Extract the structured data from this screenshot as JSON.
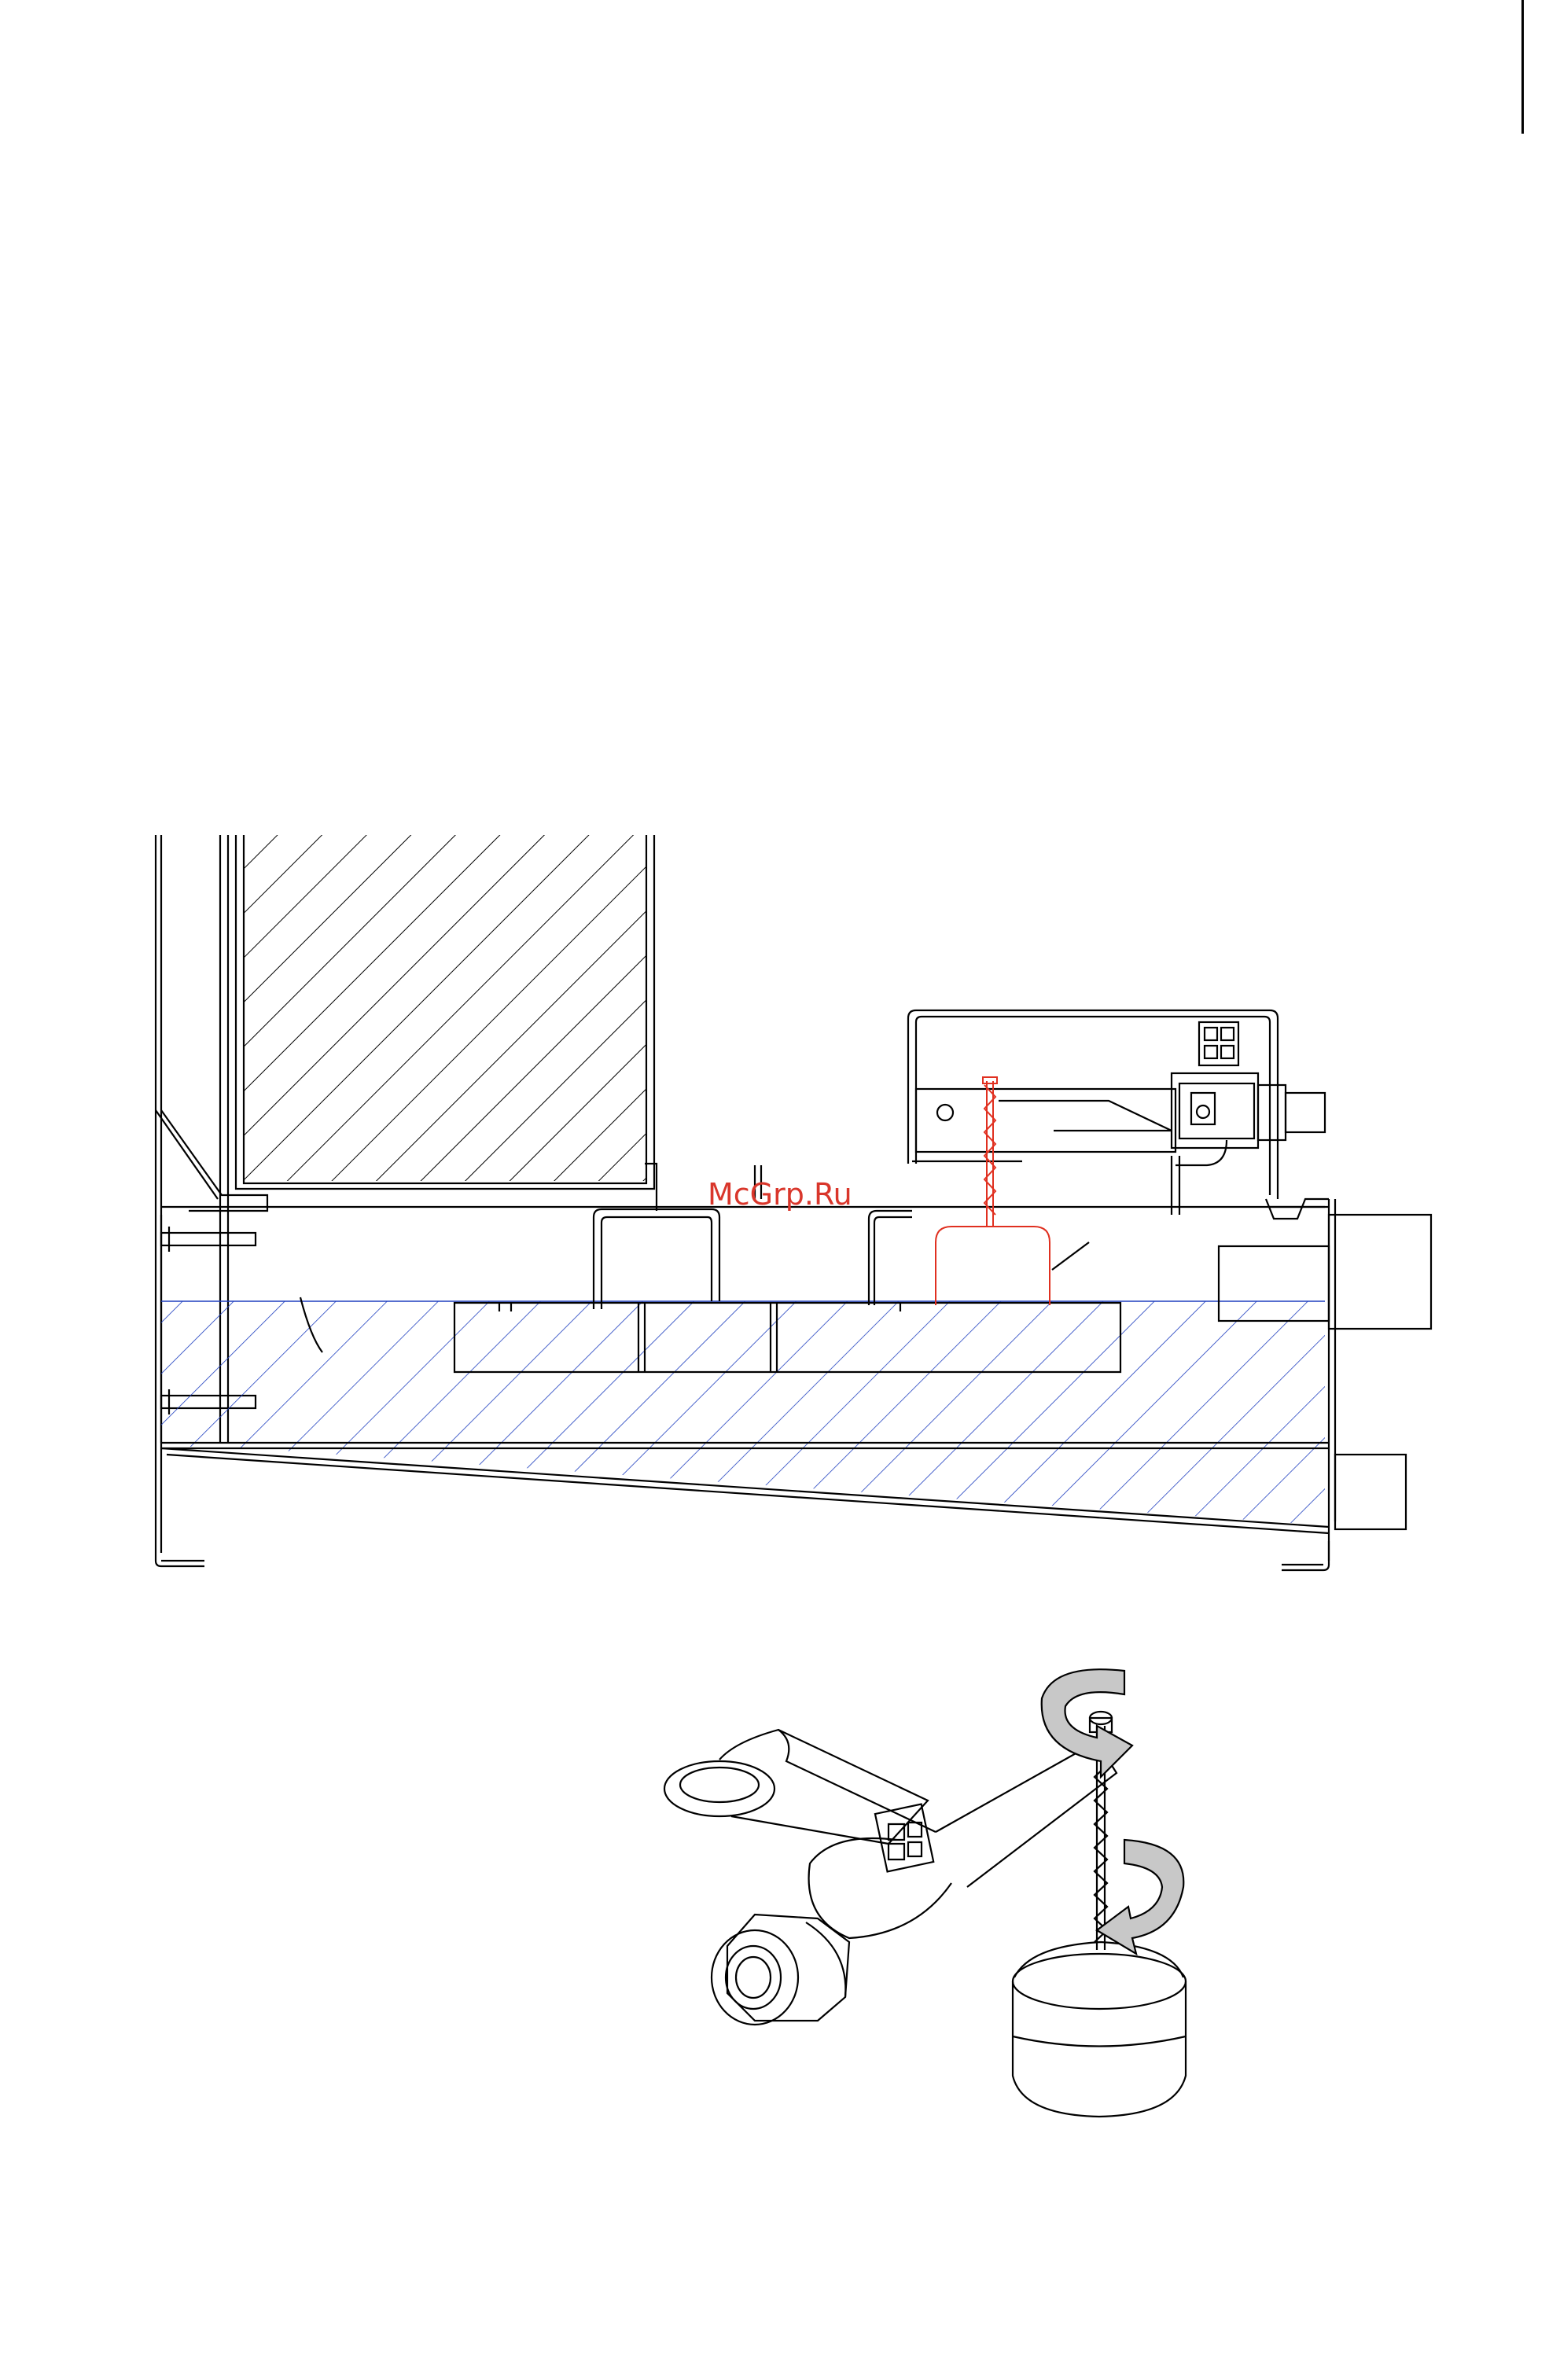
{
  "watermark": {
    "text": "McGrp.Ru"
  },
  "colors": {
    "line": "#000000",
    "water_hatch": "#1f3fbf",
    "float_highlight": "#e03020",
    "watermark": "#d9362b",
    "arrow_fill": "#c8c8c8"
  },
  "figures": [
    {
      "id": "section-view",
      "icons": [
        "insulation-hatch",
        "water-hatch",
        "float-valve",
        "float",
        "connector-block"
      ]
    },
    {
      "id": "isometric-view",
      "icons": [
        "ball-valve",
        "float",
        "threaded-rod",
        "rotation-arrow-top",
        "rotation-arrow-bottom"
      ]
    }
  ]
}
